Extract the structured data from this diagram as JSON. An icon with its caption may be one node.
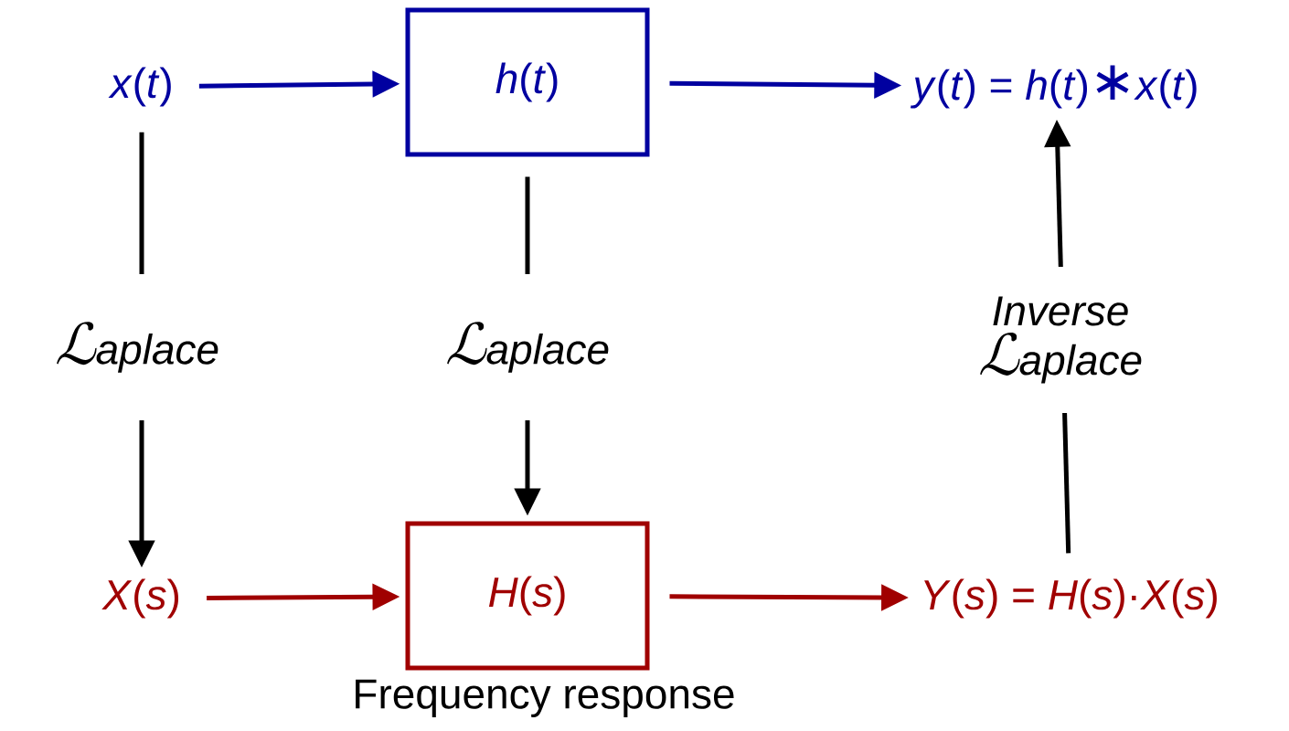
{
  "diagram": {
    "nodes": [
      {
        "text": [
          "*x*(*t*)"
        ]
      },
      {
        "text": [
          "*h*(*t*)"
        ]
      },
      {
        "text": [
          "*y*(*t*) = *h*(*t*)∗*x*(*t*)"
        ]
      },
      {
        "text": [
          "*X*(*s*)"
        ]
      },
      {
        "text": [
          "*H*(*s*)"
        ],
        "beside": [
          "Frequency response"
        ]
      },
      {
        "text": [
          "*Y*(*s*) = *H*(*s*)·*X*(*s*)"
        ]
      }
    ],
    "edges": [
      {
        "from": 0,
        "to": 1,
        "arrow": "to",
        "color": "#0000a0"
      },
      {
        "from": 1,
        "to": 2,
        "arrow": "to",
        "color": "#0000a0"
      },
      {
        "from": 3,
        "to": 4,
        "arrow": "to",
        "color": "#a00000"
      },
      {
        "from": 4,
        "to": 5,
        "arrow": "to",
        "color": "#a00000"
      },
      {
        "from": 0,
        "to": 3,
        "arrow": "to",
        "label": "ℒaplace"
      },
      {
        "from": 1,
        "to": 4,
        "arrow": "to",
        "label": "ℒaplace"
      },
      {
        "from": 5,
        "to": 2,
        "arrow": "to",
        "label": "Inverse ℒaplace"
      }
    ]
  }
}
